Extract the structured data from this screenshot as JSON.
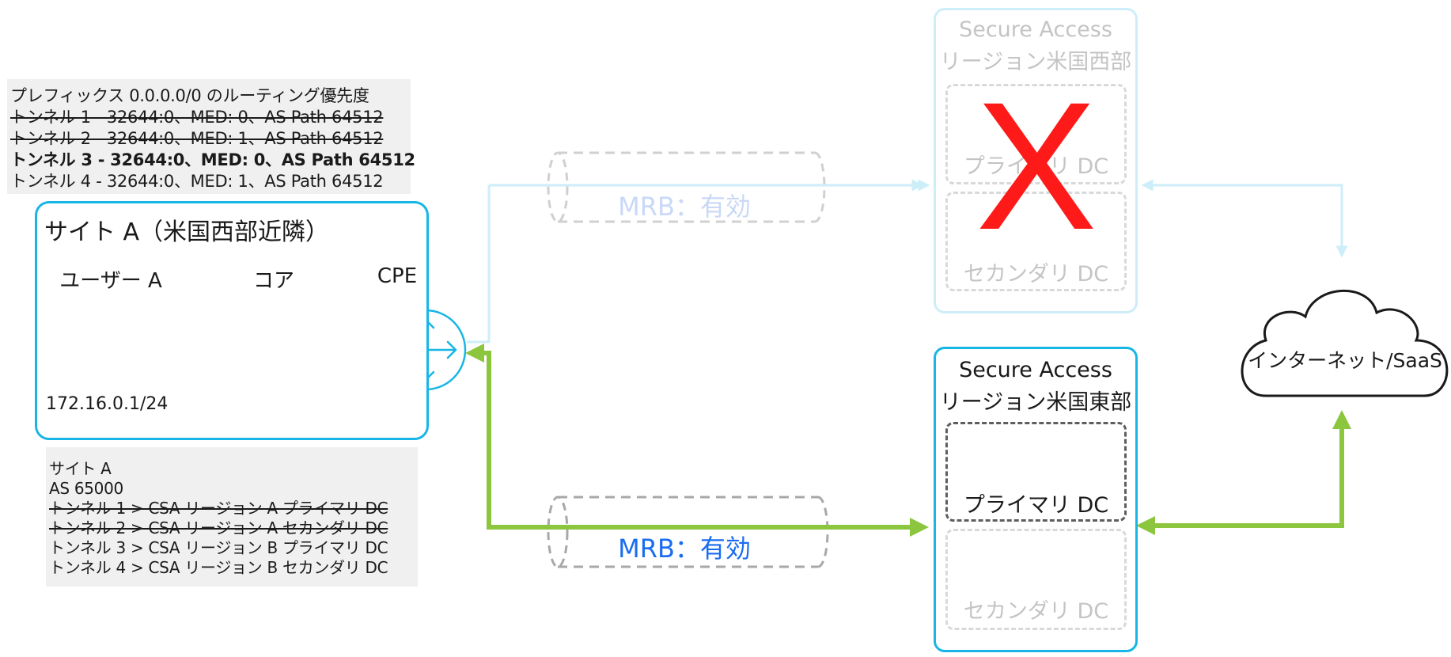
{
  "routing_panel": {
    "title": "プレフィックス 0.0.0.0/0 のルーティング優先度",
    "lines": [
      "トンネル 1 - 32644:0、MED: 0、AS Path 64512",
      "トンネル 2 - 32644:0、MED: 1、AS Path 64512",
      "トンネル 3 - 32644:0、MED: 0、AS Path 64512",
      "トンネル 4 - 32644:0、MED: 1、AS Path 64512"
    ]
  },
  "site": {
    "title": "サイト A（米国西部近隣）",
    "user_label": "ユーザー A",
    "core_label": "コア",
    "cpe_label": "CPE",
    "ip": "172.16.0.1/24"
  },
  "site_info": {
    "lines": [
      "サイト A",
      "AS 65000",
      "トンネル 1 > CSA リージョン A プライマリ DC",
      "トンネル 2 > CSA リージョン A セカンダリ DC",
      "トンネル 3 > CSA リージョン B プライマリ DC",
      "トンネル 4 > CSA リージョン B セカンダリ DC"
    ]
  },
  "tunnels": {
    "top_label": "MRB：有効",
    "bottom_label": "MRB：有効"
  },
  "region_west": {
    "title_line1": "Secure Access",
    "title_line2": "リージョン米国西部",
    "primary": "プライマリ DC",
    "secondary": "セカンダリ DC",
    "failure_mark": "X"
  },
  "region_east": {
    "title_line1": "Secure Access",
    "title_line2": "リージョン米国東部",
    "primary": "プライマリ DC",
    "secondary": "セカンダリ DC"
  },
  "internet": {
    "label": "インターネット/SaaS"
  },
  "colors": {
    "accent_blue": "#17b6e6",
    "active_green": "#8cc63f",
    "mrb_blue": "#1a6cf0",
    "failure_red": "#ff1a1a",
    "faded": "#cdeef9"
  }
}
